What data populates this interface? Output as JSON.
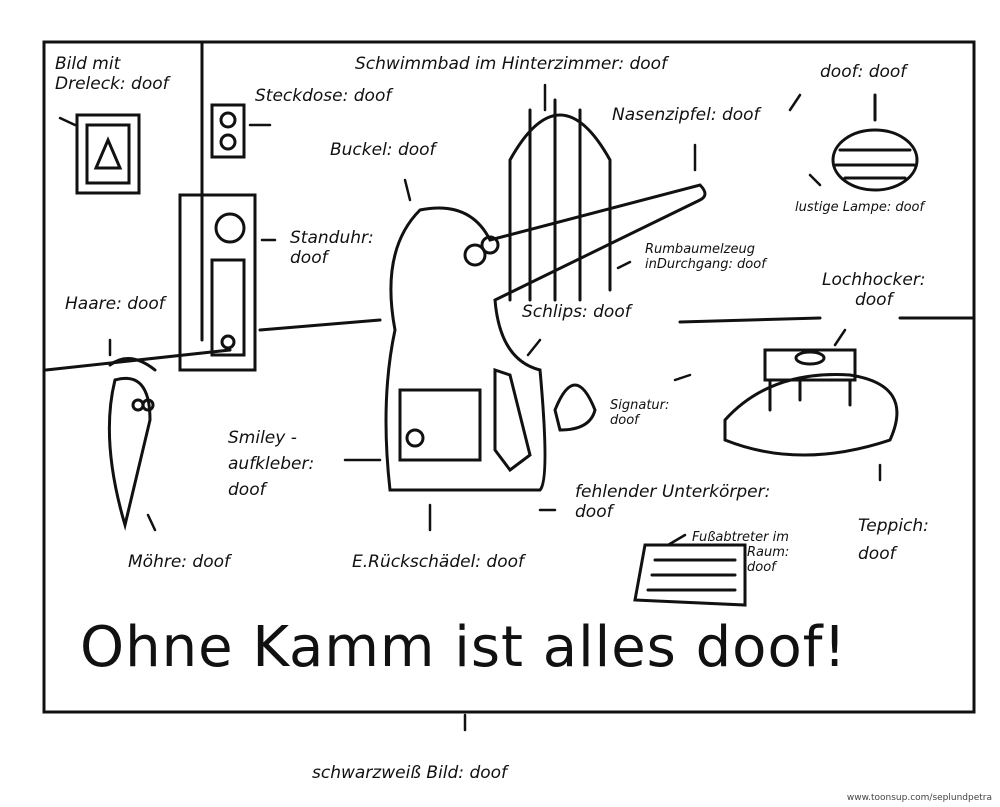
{
  "labels": {
    "bild": [
      "Bild mit",
      "Dreleck: doof"
    ],
    "steckdose": "Steckdose: doof",
    "schwimmbad": "Schwimmbad im Hinterzimmer: doof",
    "doof_doof": "doof: doof",
    "nasenzipfel": "Nasenzipfel: doof",
    "buckel": "Buckel: doof",
    "lustige_lampe": "lustige Lampe: doof",
    "standuhr": [
      "Standuhr:",
      "doof"
    ],
    "rumbaumelzeug": [
      "Rumbaumelzeug",
      "inDurchgang: doof"
    ],
    "lochhocker": [
      "Lochhocker:",
      "doof"
    ],
    "haare": "Haare: doof",
    "schlips": "Schlips: doof",
    "signatur": [
      "Signatur:",
      "doof"
    ],
    "smiley": [
      "Smiley -",
      "aufkleber:",
      "doof"
    ],
    "fehlender": [
      "fehlender Unterkörper:",
      "doof"
    ],
    "teppich": [
      "Teppich:",
      "doof"
    ],
    "fussabtreter": [
      "Fußabtreter im",
      "Raum:",
      "doof"
    ],
    "moehre": "Möhre: doof",
    "rueckschaedel": "E.Rückschädel: doof",
    "schwarzweiss": "schwarzweiß Bild: doof"
  },
  "title": "Ohne Kamm ist alles doof!",
  "credit": "www.toonsup.com/seplundpetra"
}
